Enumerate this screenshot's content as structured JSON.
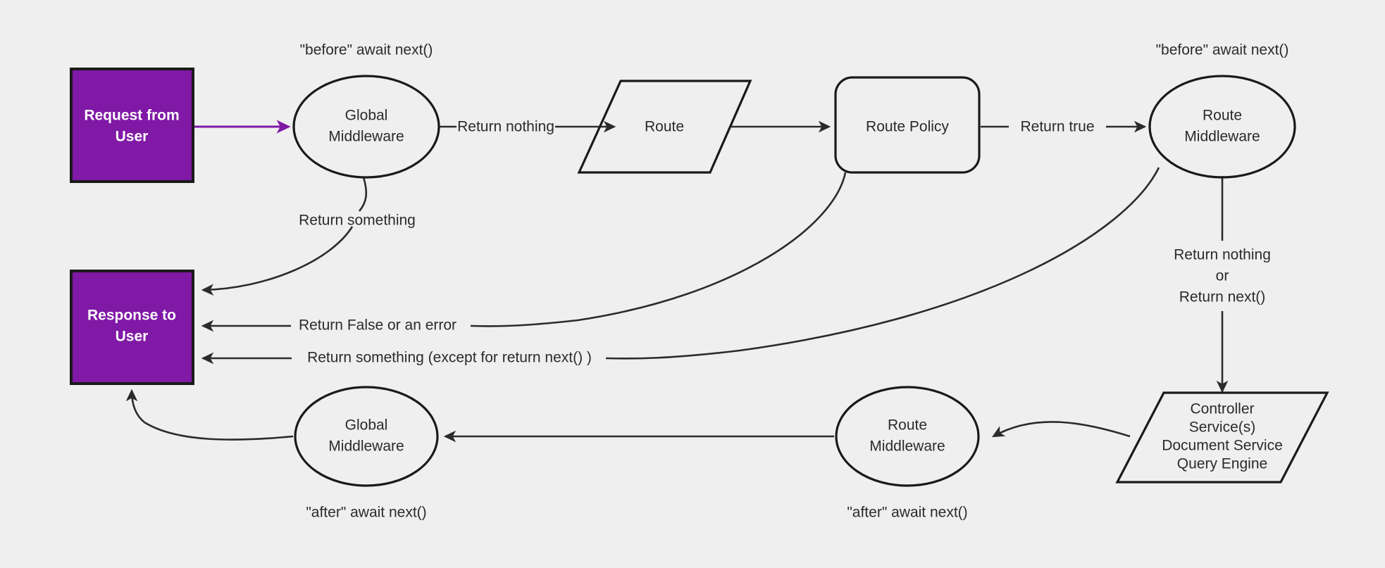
{
  "diagram": {
    "title": "Request / Response middleware lifecycle flow",
    "background_color": "#efefef",
    "accent_color": "#8019a6",
    "stroke_color": "#2b2b2b"
  },
  "nodes": {
    "request_from_user": {
      "line1": "Request from",
      "line2": "User",
      "shape": "rectangle",
      "fill": "#8019a6"
    },
    "response_to_user": {
      "line1": "Response to",
      "line2": "User",
      "shape": "rectangle",
      "fill": "#8019a6"
    },
    "global_middleware_top": {
      "line1": "Global",
      "line2": "Middleware",
      "shape": "ellipse"
    },
    "route": {
      "line1": "Route",
      "shape": "parallelogram"
    },
    "route_policy": {
      "line1": "Route Policy",
      "shape": "rounded-rectangle"
    },
    "route_middleware_top": {
      "line1": "Route",
      "line2": "Middleware",
      "shape": "ellipse"
    },
    "controller_services": {
      "line1": "Controller",
      "line2": "Service(s)",
      "line3": "Document Service",
      "line4": "Query Engine",
      "shape": "parallelogram"
    },
    "route_middleware_bottom": {
      "line1": "Route",
      "line2": "Middleware",
      "shape": "ellipse"
    },
    "global_middleware_bottom": {
      "line1": "Global",
      "line2": "Middleware",
      "shape": "ellipse"
    }
  },
  "annotations": {
    "before_await_next_global": "\"before\" await next()",
    "before_await_next_route": "\"before\" await next()",
    "after_await_next_global": "\"after\" await next()",
    "after_await_next_route": "\"after\" await next()"
  },
  "edges": {
    "request_to_global": {
      "label": "",
      "color": "#8019a6"
    },
    "global_to_route": {
      "label": "Return nothing"
    },
    "route_to_policy": {
      "label": ""
    },
    "policy_to_route_middleware": {
      "label": "Return true"
    },
    "global_return_something": {
      "label": "Return something"
    },
    "policy_return_false": {
      "label": "Return False or an error"
    },
    "route_mw_return_something": {
      "label": "Return something (except for return next() )"
    },
    "route_mw_down": {
      "line1": "Return nothing",
      "line2": "or",
      "line3": "Return next()"
    },
    "controller_to_route_mw_bottom": {
      "label": ""
    },
    "route_mw_bottom_to_global_mw_bottom": {
      "label": ""
    },
    "global_mw_bottom_to_response": {
      "label": ""
    }
  }
}
